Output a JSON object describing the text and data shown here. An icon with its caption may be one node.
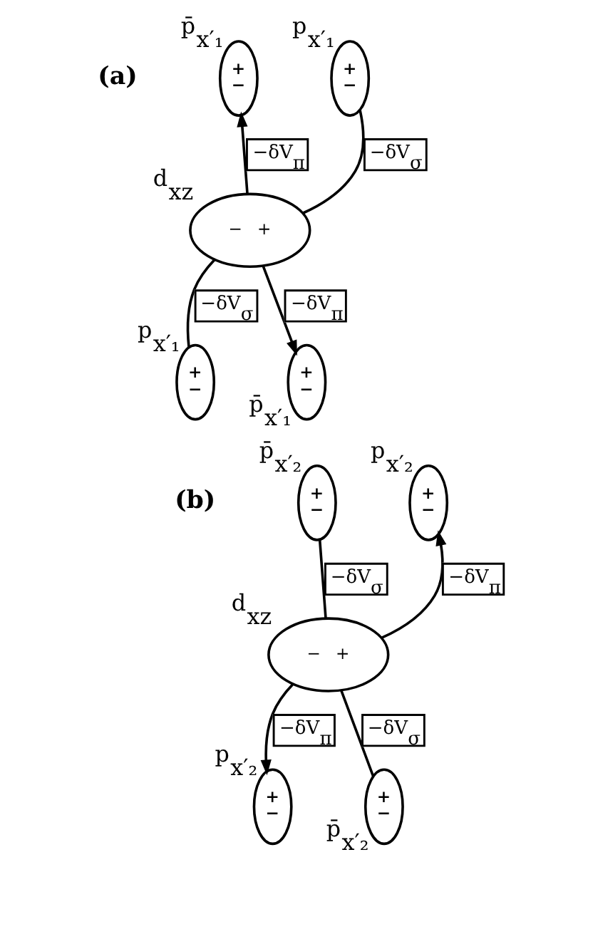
{
  "diagram": {
    "nodes": [
      {
        "text": [
          "−",
          "+"
        ],
        "beside": [
          "d$_{xz}$"
        ]
      },
      {
        "text": [
          "+",
          "−"
        ],
        "beside": [
          "p̄$_{x′₁}$"
        ]
      },
      {
        "text": [
          "+",
          "−"
        ],
        "beside": [
          "p$_{x′₁}$"
        ]
      },
      {
        "text": [
          "+",
          "−"
        ],
        "beside": [
          "p$_{x′₁}$"
        ]
      },
      {
        "text": [
          "+",
          "−"
        ],
        "beside": [
          "p̄$_{x′₁}$"
        ]
      },
      {
        "text": [
          "−",
          "+"
        ],
        "beside": [
          "d$_{xz}$"
        ]
      },
      {
        "text": [
          "+",
          "−"
        ],
        "beside": [
          "p̄$_{x′₂}$"
        ]
      },
      {
        "text": [
          "+",
          "−"
        ],
        "beside": [
          "p$_{x′₂}$"
        ]
      },
      {
        "text": [
          "+",
          "−"
        ],
        "beside": [
          "p$_{x′₂}$"
        ]
      },
      {
        "text": [
          "+",
          "−"
        ],
        "beside": [
          "p̄$_{x′₂}$"
        ]
      }
    ],
    "edges": [
      {
        "from": 0,
        "to": 1,
        "arrow": "to",
        "label": "−δV$_{π}$"
      },
      {
        "from": 0,
        "to": 2,
        "arrow": "none",
        "label": "−δV$_{σ}$"
      },
      {
        "from": 0,
        "to": 3,
        "arrow": "none",
        "label": "−δV$_{σ}$"
      },
      {
        "from": 0,
        "to": 4,
        "arrow": "to",
        "label": "−δV$_{π}$"
      },
      {
        "from": 5,
        "to": 6,
        "arrow": "none",
        "label": "−δV$_{σ}$"
      },
      {
        "from": 5,
        "to": 7,
        "arrow": "to",
        "label": "−δV$_{π}$"
      },
      {
        "from": 5,
        "to": 8,
        "arrow": "to",
        "label": "−δV$_{π}$"
      },
      {
        "from": 5,
        "to": 9,
        "arrow": "none",
        "label": "−δV$_{σ}$"
      }
    ],
    "labels": [
      "(a)",
      "(b)"
    ]
  }
}
